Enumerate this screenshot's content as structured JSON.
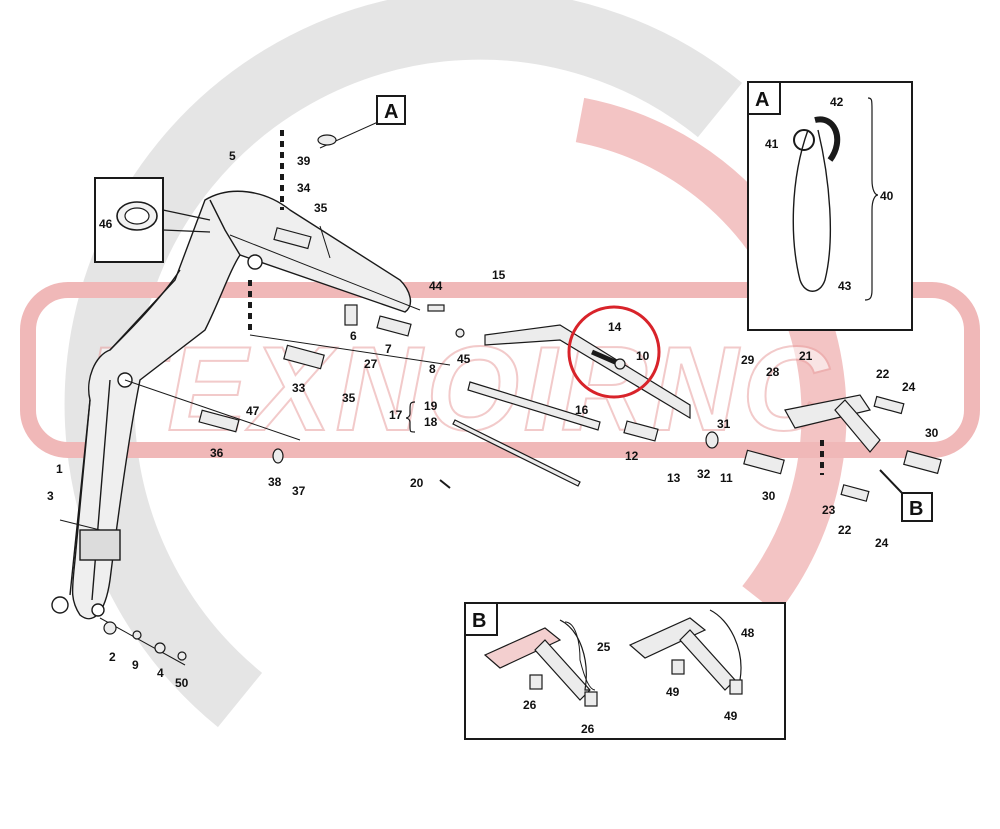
{
  "watermark": {
    "text": "TEXNOIRNC"
  },
  "views": {
    "a_tag": "A",
    "a_box_tag": "A",
    "b_tag": "B",
    "b_box_tag": "B"
  },
  "labels": {
    "1": "1",
    "2": "2",
    "3": "3",
    "4": "4",
    "5": "5",
    "6": "6",
    "7": "7",
    "8": "8",
    "9": "9",
    "10": "10",
    "11": "11",
    "12": "12",
    "13": "13",
    "14": "14",
    "15": "15",
    "16": "16",
    "17": "17",
    "18": "18",
    "19": "19",
    "20": "20",
    "21": "21",
    "22": "22",
    "22b": "22",
    "23": "23",
    "24": "24",
    "24b": "24",
    "26": "26",
    "26b": "26",
    "25": "25",
    "27": "27",
    "28": "28",
    "29": "29",
    "30": "30",
    "30b": "30",
    "31": "31",
    "32": "32",
    "33": "33",
    "34": "34",
    "35": "35",
    "35b": "35",
    "36": "36",
    "37": "37",
    "38": "38",
    "39": "39",
    "40": "40",
    "41": "41",
    "42": "42",
    "43": "43",
    "44": "44",
    "45": "45",
    "46": "46",
    "47": "47",
    "48": "48",
    "49": "49",
    "49b": "49",
    "50": "50"
  },
  "colors": {
    "line": "#1a1a1a",
    "part_fill": "#e6e6e6",
    "highlight": "#d8232a",
    "watermark": "#e9a0a0"
  }
}
